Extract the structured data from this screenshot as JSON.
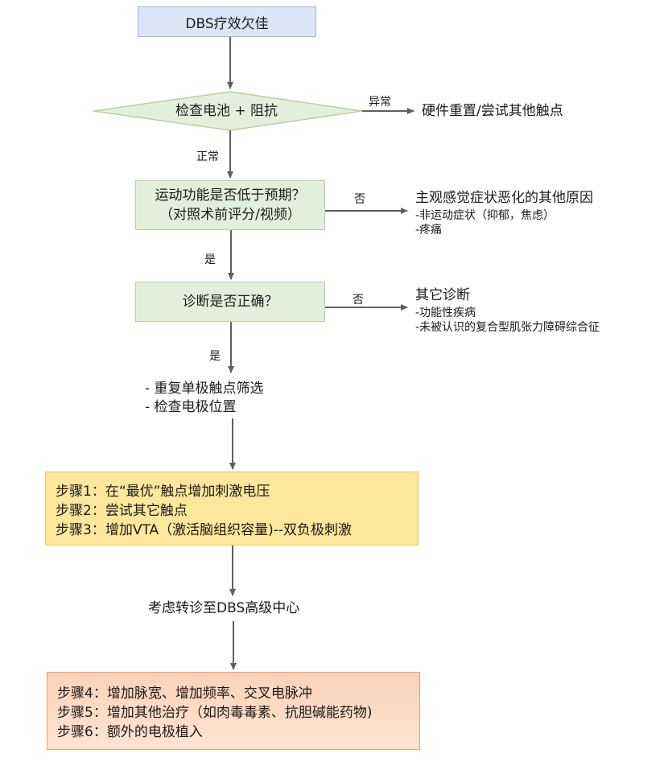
{
  "start": "DBS疗效欠佳",
  "check_battery": "检查电池 + 阻抗",
  "abnormal_label": "异常",
  "hardware_reset": "硬件重置/尝试其他触点",
  "normal_label": "正常",
  "motor_question": [
    "运动功能是否低于预期？",
    "（对照术前评分/视频）"
  ],
  "no_label_1": "否",
  "other_causes": {
    "title": "主观感觉症状恶化的其他原因",
    "items": [
      "-非运动症状（抑郁，焦虑）",
      "-疼痛"
    ]
  },
  "yes_label_1": "是",
  "diagnosis_question": "诊断是否正确？",
  "no_label_2": "否",
  "other_diagnosis": {
    "title": "其它诊断",
    "items": [
      "-功能性疾病",
      "-未被认识的复合型肌张力障碍综合征"
    ]
  },
  "yes_label_2": "是",
  "checks": [
    "-    重复单极触点筛选",
    "-    检查电极位置"
  ],
  "steps_a": [
    "步骤1：在“最优”触点增加刺激电压",
    "步骤2：尝试其它触点",
    "步骤3：增加VTA（激活脑组织容量)--双负极刺激"
  ],
  "referral": "考虑转诊至DBS高级中心",
  "steps_b": [
    "步骤4：增加脉宽、增加频率、交叉电脉冲",
    "步骤5：增加其他治疗（如肉毒毒素、抗胆碱能药物)",
    "步骤6：额外的电极植入"
  ]
}
